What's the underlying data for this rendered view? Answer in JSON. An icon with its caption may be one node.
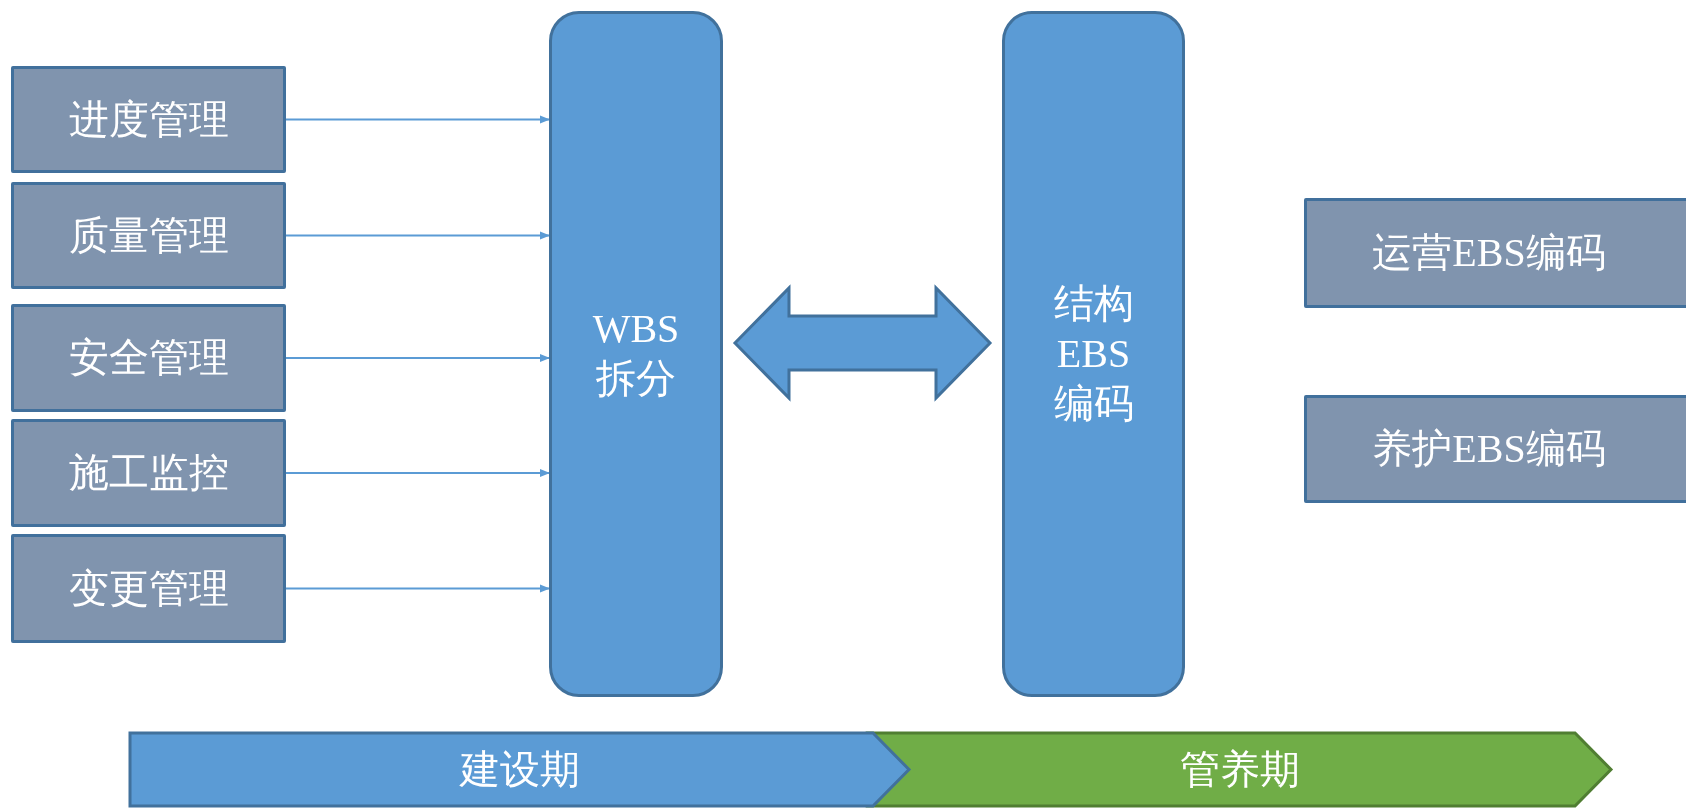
{
  "diagram": {
    "nodes": [
      {
        "text": [
          "进度管理"
        ]
      },
      {
        "text": [
          "质量管理"
        ]
      },
      {
        "text": [
          "安全管理"
        ]
      },
      {
        "text": [
          "施工监控"
        ]
      },
      {
        "text": [
          "变更管理"
        ]
      },
      {
        "text": [
          "WBS拆分"
        ]
      },
      {
        "text": [
          "结构EBS编码"
        ]
      },
      {
        "text": [
          "运营EBS编码"
        ]
      },
      {
        "text": [
          "养护EBS编码"
        ]
      },
      {
        "text": [
          "建设期"
        ]
      },
      {
        "text": [
          "管养期"
        ]
      }
    ],
    "edges": [
      {
        "from": 0,
        "to": 5,
        "arrow": "to"
      },
      {
        "from": 1,
        "to": 5,
        "arrow": "to"
      },
      {
        "from": 2,
        "to": 5,
        "arrow": "to"
      },
      {
        "from": 3,
        "to": 5,
        "arrow": "to"
      },
      {
        "from": 4,
        "to": 5,
        "arrow": "to"
      },
      {
        "from": 5,
        "to": 6,
        "arrow": "both",
        "style": "thick"
      }
    ]
  }
}
